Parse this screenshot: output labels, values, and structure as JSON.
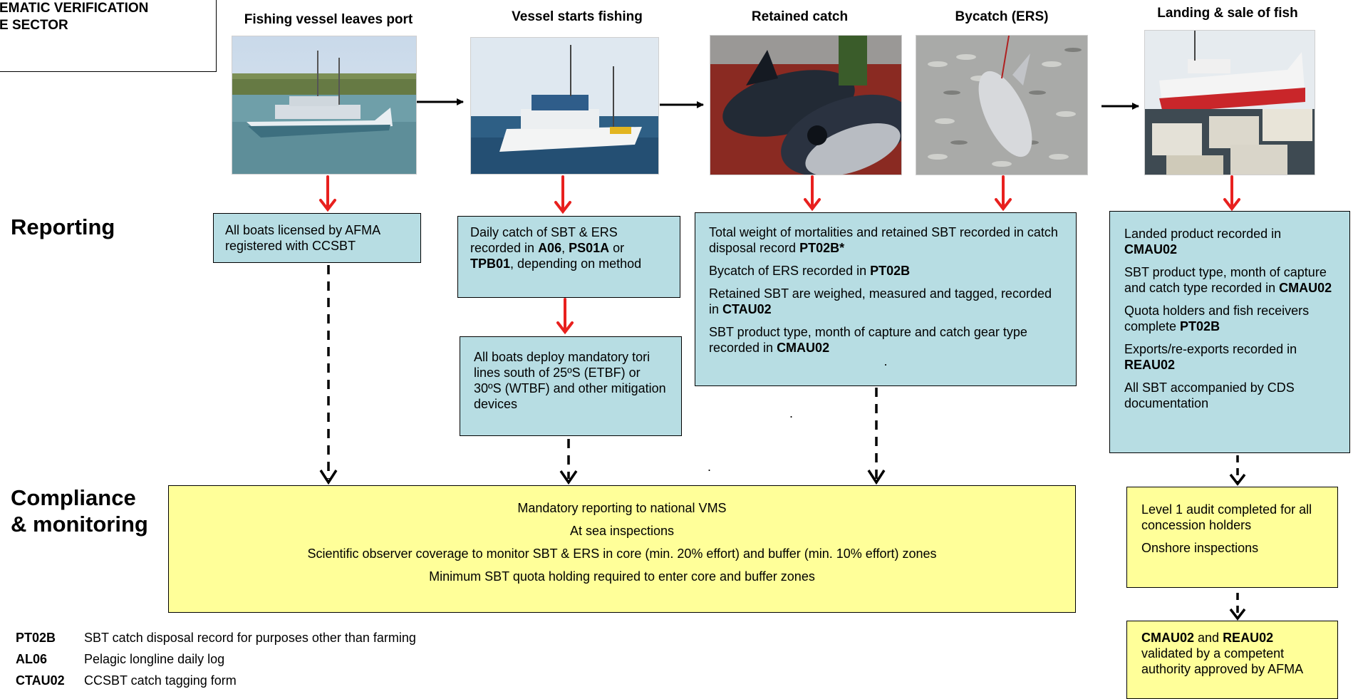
{
  "title": {
    "line1": "EMATIC VERIFICATION",
    "line2": "E SECTOR"
  },
  "stages": {
    "leave_port": "Fishing vessel leaves port",
    "start_fishing": "Vessel starts fishing",
    "retained_catch": "Retained catch",
    "bycatch": "Bycatch (ERS)",
    "landing": "Landing & sale of fish"
  },
  "rows": {
    "reporting": "Reporting",
    "compliance_line1": "Compliance",
    "compliance_line2": "& monitoring"
  },
  "boxes": {
    "licensed": {
      "p1": "All boats licensed by AFMA registered with CCSBT"
    },
    "daily_catch": {
      "t1": "Daily catch of SBT & ERS recorded in ",
      "b1": "A06",
      "t2": ", ",
      "b2": "PS01A",
      "t3": " or ",
      "b3": "TPB01",
      "t4": ", depending on method"
    },
    "tori": {
      "p1": "All boats deploy mandatory tori lines south of 25ºS (ETBF) or 30ºS (WTBF) and other mitigation devices"
    },
    "retained": {
      "p1_text": "Total weight of mortalities and retained SBT recorded in catch disposal record ",
      "p1_bold": "PT02B*",
      "p2_text": "Bycatch of ERS recorded in ",
      "p2_bold": "PT02B",
      "p3_text": "Retained SBT are weighed, measured and tagged, recorded in ",
      "p3_bold": "CTAU02",
      "p4_text": "SBT product type, month of capture and catch gear type recorded in ",
      "p4_bold": "CMAU02",
      "dot": "."
    },
    "landed": {
      "p1_text": "Landed product recorded in ",
      "p1_bold": "CMAU02",
      "p2_text": "SBT product type, month of capture and catch type recorded in ",
      "p2_bold": "CMAU02",
      "p3_text": "Quota holders and fish receivers complete ",
      "p3_bold": "PT02B",
      "p4_text": "Exports/re-exports recorded in ",
      "p4_bold": "REAU02",
      "p5_text": "All SBT accompanied by CDS documentation"
    },
    "compliance": {
      "l1": "Mandatory reporting to national VMS",
      "l2": "At sea inspections",
      "l3": "Scientific observer coverage to monitor SBT & ERS in core (min. 20% effort) and buffer (min. 10% effort) zones",
      "l4": "Minimum SBT quota holding required to enter core and buffer zones"
    },
    "audit": {
      "l1": "Level 1 audit completed for all concession holders",
      "l2": "Onshore inspections"
    },
    "validated": {
      "b1": "CMAU02",
      "t1": " and ",
      "b2": "REAU02",
      "t2": " validated by a competent authority approved by AFMA"
    }
  },
  "stray_dots": {
    "d1": ".",
    "d2": "."
  },
  "legend": [
    {
      "code": "PT02B",
      "desc": "SBT catch disposal record for purposes other than farming"
    },
    {
      "code": "AL06",
      "desc": "Pelagic longline daily log"
    },
    {
      "code": "CTAU02",
      "desc": "CCSBT catch tagging form"
    }
  ],
  "colors": {
    "box_blue": "#b7dde3",
    "box_yellow": "#ffff99",
    "arrow_red": "#e8201e"
  }
}
